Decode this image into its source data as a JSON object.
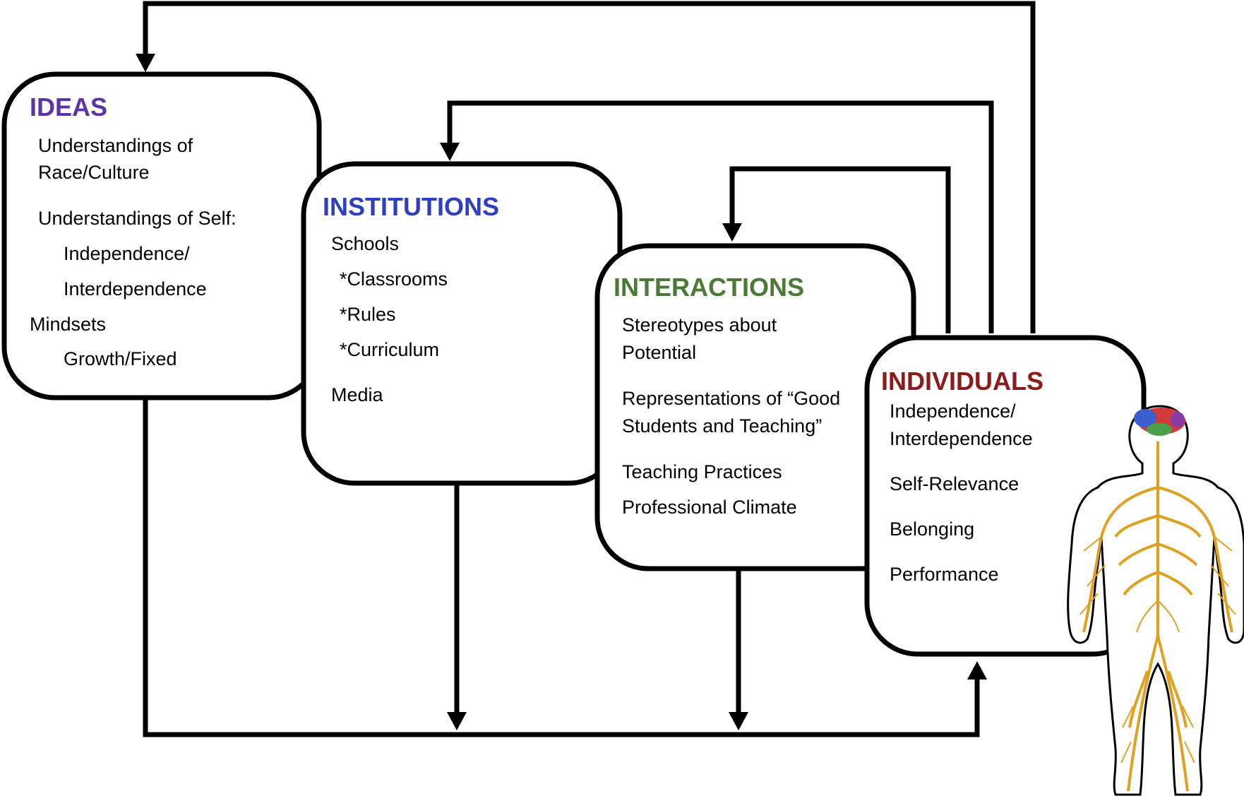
{
  "colors": {
    "ideas": "#5b35a5",
    "institutions": "#2e3fbf",
    "interactions": "#4a7a36",
    "individuals": "#8e1a1a",
    "stroke": "#000000",
    "nerves": "#e0a020",
    "brain": [
      "#d23b3b",
      "#3a5fd0",
      "#4aa04a",
      "#8a3aa8"
    ]
  },
  "ideas": {
    "title": "IDEAS",
    "items": [
      "Understandings of",
      "Race/Culture",
      "Understandings of Self:",
      "Independence/",
      "Interdependence",
      "Mindsets",
      "Growth/Fixed"
    ]
  },
  "institutions": {
    "title": "INSTITUTIONS",
    "items": [
      "Schools",
      "*Classrooms",
      "*Rules",
      "*Curriculum",
      "Media"
    ]
  },
  "interactions": {
    "title": "INTERACTIONS",
    "items": [
      "Stereotypes about",
      "Potential",
      "Representations of “Good",
      "Students and Teaching”",
      "Teaching Practices",
      "Professional Climate"
    ]
  },
  "individuals": {
    "title": "INDIVIDUALS",
    "items": [
      "Independence/",
      "Interdependence",
      "Self-Relevance",
      "Belonging",
      "Performance"
    ]
  },
  "figure_icon": "human-nervous-system-icon"
}
